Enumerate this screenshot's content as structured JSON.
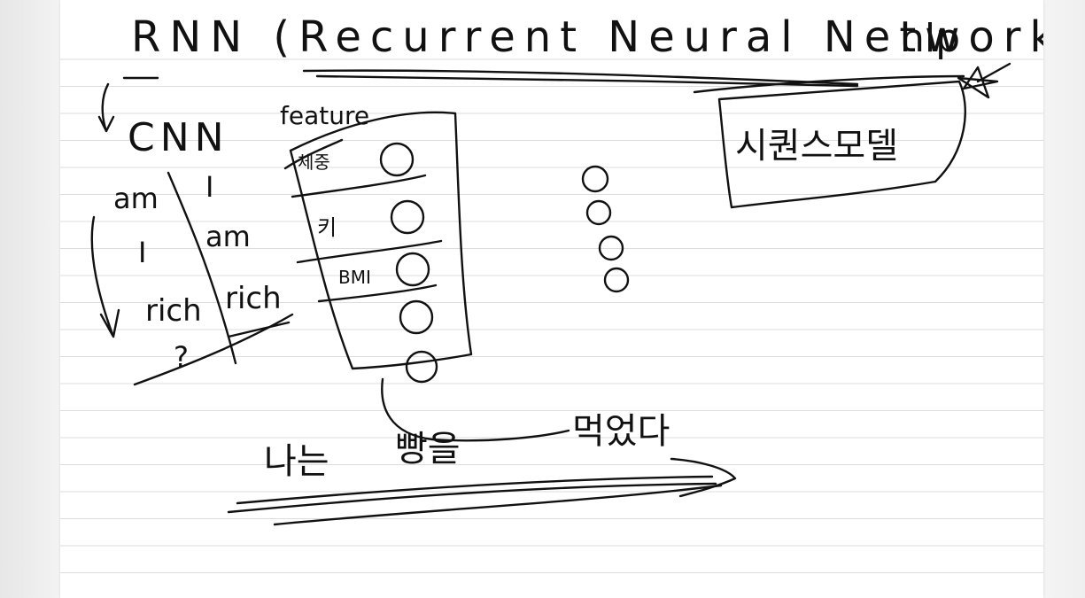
{
  "note": {
    "title": "RNN (Recurrent Neural Network)",
    "title_suffix": "nlp",
    "cnn_label": "CNN",
    "sequence_box": "시퀀스모델",
    "feature_label": "feature",
    "feature_rows": [
      "체중",
      "키",
      "BMI"
    ],
    "word_columns": [
      [
        "am",
        "I",
        "rich"
      ],
      [
        "I",
        "am",
        "rich"
      ]
    ],
    "question_mark": "?",
    "sentence_words": [
      "나는",
      "빵을",
      "먹었다"
    ]
  },
  "colors": {
    "paper": "#ffffff",
    "rule_line": "#dcdcdc",
    "ink": "#111111",
    "background": "#ececec"
  }
}
